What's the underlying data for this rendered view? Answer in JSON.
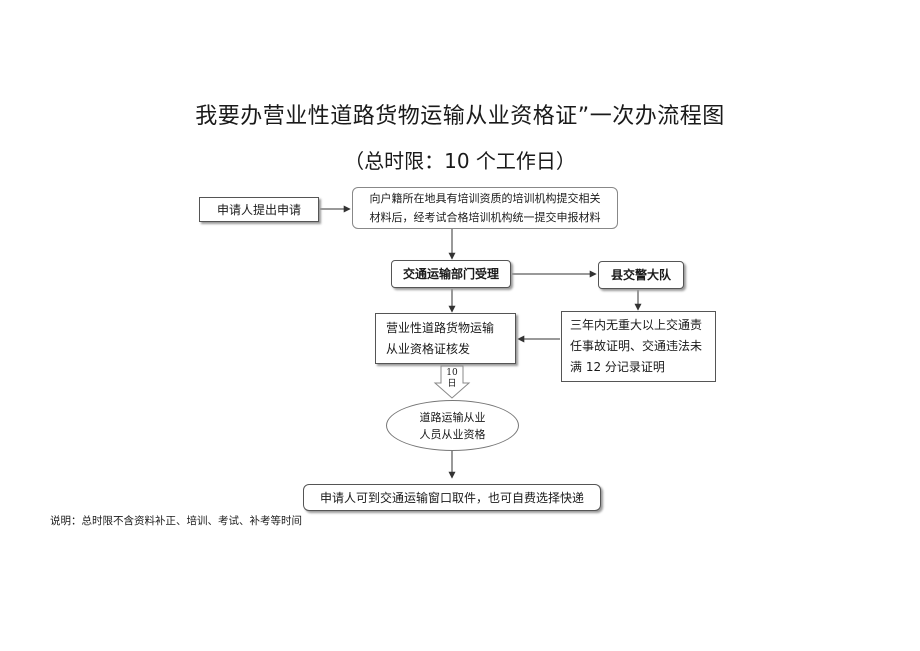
{
  "title": "我要办营业性道路货物运输从业资格证”一次办流程图",
  "subtitle": "（总时限：10 个工作日）",
  "nodes": {
    "apply": "申请人提出申请",
    "submit_line1": "向户籍所在地具有培训资质的培训机构提交相关",
    "submit_line2": "材料后，经考试合格培训机构统一提交申报材料",
    "accept": "交通运输部门受理",
    "police": "县交警大队",
    "police_cert_line1": "三年内无重大以上交通责",
    "police_cert_line2": "任事故证明、交通违法未",
    "police_cert_line3": "满 12 分记录证明",
    "issue_line1": "营业性道路货物运输",
    "issue_line2": "从业资格证核发",
    "days_top": "10",
    "days_bottom": "日",
    "qual_line1": "道路运输从业",
    "qual_line2": "人员从业资格",
    "pickup": "申请人可到交通运输窗口取件，也可自费选择快递"
  },
  "note": "说明：总时限不含资料补正、培训、考试、补考等时间"
}
